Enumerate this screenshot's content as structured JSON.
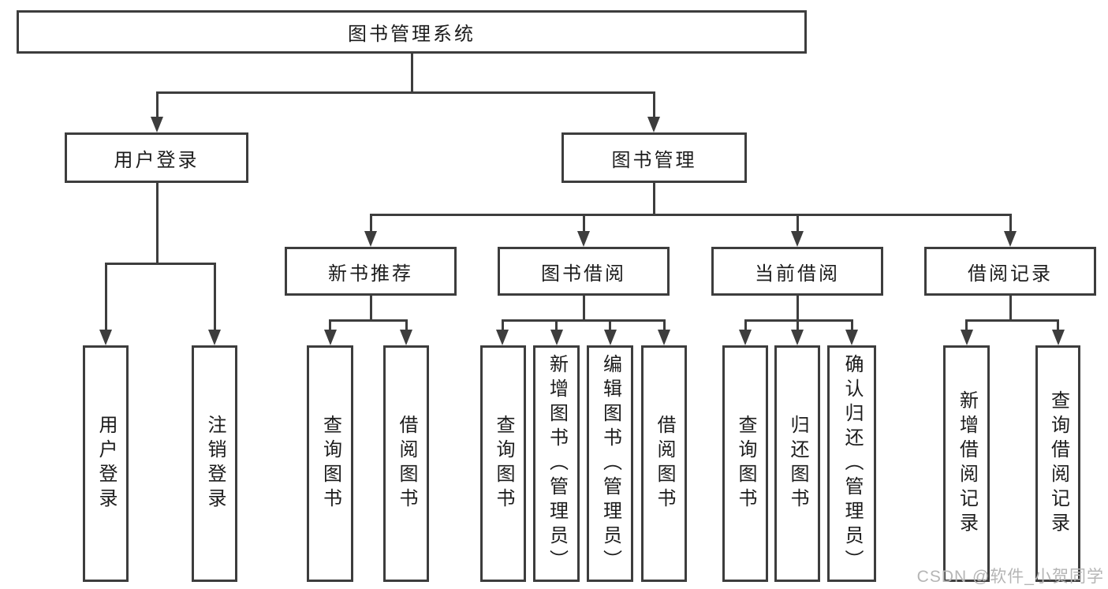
{
  "diagram": {
    "root_label": "图书管理系统",
    "user_login_label": "用户登录",
    "book_mgmt_label": "图书管理",
    "new_book_label": "新书推荐",
    "book_borrow_label": "图书借阅",
    "current_borrow_label": "当前借阅",
    "borrow_record_label": "借阅记录",
    "leaves": {
      "user_login": [
        "用户登录",
        "注销登录"
      ],
      "new_book": [
        "查询图书",
        "借阅图书"
      ],
      "book_borrow": [
        "查询图书",
        "新增图书（管理员）",
        "编辑图书（管理员）",
        "借阅图书"
      ],
      "current_borrow": [
        "查询图书",
        "归还图书",
        "确认归还（管理员）"
      ],
      "borrow_record": [
        "新增借阅记录",
        "查询借阅记录"
      ]
    }
  },
  "watermark": {
    "text": "CSDN @软件_小贺同学",
    "color": "#b5b5b5"
  },
  "colors": {
    "line": "#3d3d3d",
    "text": "#1c1c1c",
    "background": "#ffffff"
  }
}
